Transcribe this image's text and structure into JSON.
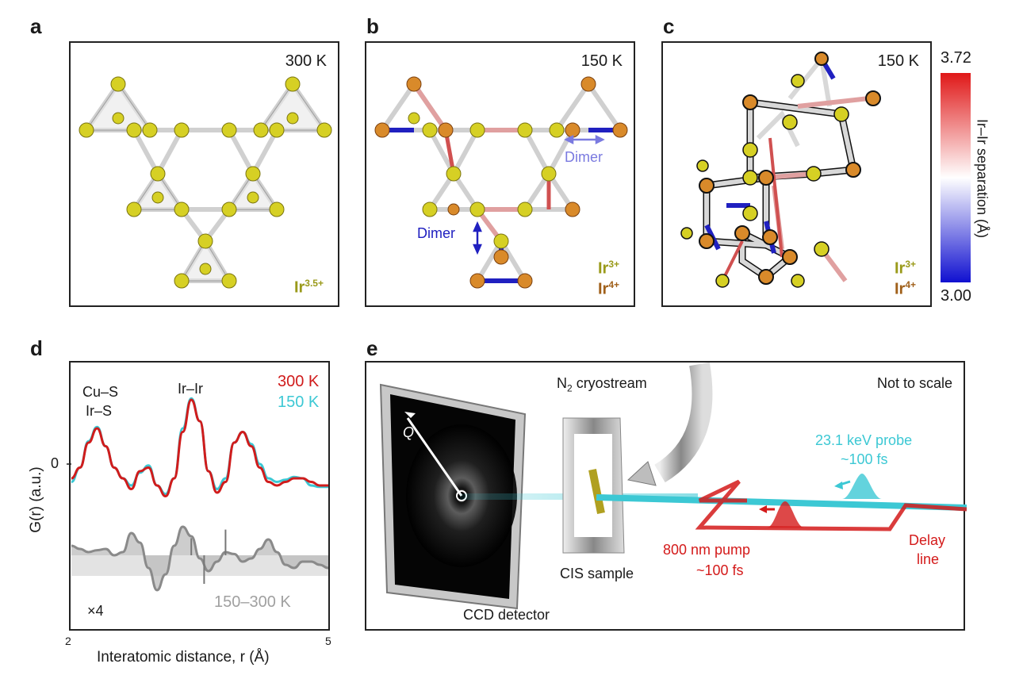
{
  "panels": {
    "a": {
      "label": "a",
      "temperature": "300 K",
      "ion": "Ir",
      "ion_charge": "3.5+"
    },
    "b": {
      "label": "b",
      "temperature": "150 K",
      "dimer_label_1": "Dimer",
      "dimer_label_2": "Dimer",
      "ion_1": "Ir",
      "ion_1_charge": "3+",
      "ion_2": "Ir",
      "ion_2_charge": "4+"
    },
    "c": {
      "label": "c",
      "temperature": "150 K",
      "ion_1": "Ir",
      "ion_1_charge": "3+",
      "ion_2": "Ir",
      "ion_2_charge": "4+",
      "colorbar": {
        "max_label": "3.72",
        "min_label": "3.00",
        "title": "Ir–Ir separation (Å)",
        "max": 3.72,
        "min": 3.0,
        "color_max": "#e01818",
        "color_mid": "#ffffff",
        "color_min": "#1010d0"
      }
    },
    "d": {
      "label": "d"
    },
    "e": {
      "label": "e",
      "not_to_scale": "Not to scale",
      "cryostream": "N",
      "cryostream_sub": "2",
      "cryostream_rest": " cryostream",
      "q_label": "Q",
      "probe_line1": "23.1 keV probe",
      "probe_line2": "~100 fs",
      "pump_line1": "800 nm pump",
      "pump_line2": "~100 fs",
      "delay_line1": "Delay",
      "delay_line2": "line",
      "sample": "CIS sample",
      "detector": "CCD detector"
    }
  },
  "colors": {
    "ion_3_5": "#d6d024",
    "ion_3": "#d6d024",
    "ion_4": "#d98a2a",
    "red_300": "#d01c1c",
    "cyan_150": "#3cc8d4",
    "diff_gray": "#8a8a8a",
    "pump_red": "#d41a1a",
    "probe_cyan": "#3cc8d4"
  },
  "chart_data": {
    "type": "line",
    "title": "",
    "ylabel": "G(r) (a.u.)",
    "xlabel": "Interatomic distance, r (Å)",
    "xlim": [
      2,
      5
    ],
    "x_ticks": [
      "2",
      "5"
    ],
    "y_ticks": [
      "0"
    ],
    "peak_labels": [
      "Cu–S",
      "Ir–S",
      "Ir–Ir"
    ],
    "series": [
      {
        "name": "300 K",
        "color": "#d01c1c",
        "x": [
          2.0,
          2.1,
          2.2,
          2.3,
          2.4,
          2.5,
          2.6,
          2.7,
          2.8,
          2.9,
          3.0,
          3.1,
          3.2,
          3.3,
          3.4,
          3.5,
          3.6,
          3.7,
          3.8,
          3.9,
          4.0,
          4.1,
          4.2,
          4.3,
          4.4,
          4.5,
          4.6,
          4.7,
          4.8,
          4.9,
          5.0
        ],
        "y": [
          -0.2,
          -0.05,
          0.3,
          0.5,
          0.25,
          -0.05,
          -0.2,
          -0.35,
          -0.1,
          -0.05,
          -0.3,
          -0.45,
          -0.2,
          0.45,
          0.9,
          0.6,
          -0.1,
          -0.4,
          -0.25,
          0.3,
          0.45,
          0.25,
          -0.05,
          -0.25,
          -0.3,
          -0.25,
          -0.2,
          -0.2,
          -0.25,
          -0.3,
          -0.3
        ]
      },
      {
        "name": "150 K",
        "color": "#3cc8d4",
        "x": [
          2.0,
          2.1,
          2.2,
          2.3,
          2.4,
          2.5,
          2.6,
          2.7,
          2.8,
          2.9,
          3.0,
          3.1,
          3.2,
          3.3,
          3.4,
          3.5,
          3.6,
          3.7,
          3.8,
          3.9,
          4.0,
          4.1,
          4.2,
          4.3,
          4.4,
          4.5,
          4.6,
          4.7,
          4.8,
          4.9,
          5.0
        ],
        "y": [
          -0.25,
          -0.05,
          0.32,
          0.52,
          0.25,
          -0.05,
          -0.2,
          -0.3,
          -0.12,
          -0.02,
          -0.3,
          -0.42,
          -0.2,
          0.5,
          0.92,
          0.6,
          -0.1,
          -0.35,
          -0.2,
          0.3,
          0.45,
          0.28,
          0.0,
          -0.2,
          -0.25,
          -0.22,
          -0.18,
          -0.2,
          -0.3,
          -0.32,
          -0.32
        ]
      },
      {
        "name": "150–300 K",
        "scale": "×4",
        "color": "#8a8a8a",
        "x": [
          2.0,
          2.1,
          2.2,
          2.3,
          2.4,
          2.5,
          2.6,
          2.7,
          2.8,
          2.9,
          3.0,
          3.1,
          3.2,
          3.3,
          3.4,
          3.5,
          3.6,
          3.7,
          3.8,
          3.9,
          4.0,
          4.1,
          4.2,
          4.3,
          4.4,
          4.5,
          4.6,
          4.7,
          4.8,
          4.9,
          5.0
        ],
        "y": [
          0.15,
          0.1,
          0.05,
          0.08,
          0.1,
          0.0,
          0.05,
          0.35,
          0.2,
          -0.2,
          -0.55,
          -0.3,
          0.15,
          0.45,
          0.3,
          -0.05,
          -0.25,
          -0.1,
          0.05,
          0.02,
          -0.1,
          -0.05,
          0.1,
          0.25,
          0.05,
          -0.15,
          -0.2,
          -0.1,
          -0.1,
          -0.15,
          -0.2
        ]
      }
    ]
  }
}
